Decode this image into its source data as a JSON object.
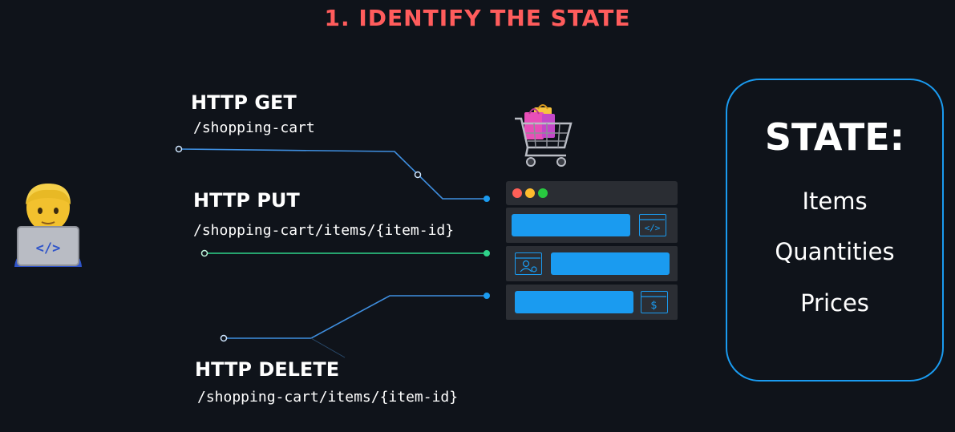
{
  "title": "1. IDENTIFY THE STATE",
  "requests": {
    "get": {
      "method": "HTTP GET",
      "path": "/shopping-cart"
    },
    "put": {
      "method": "HTTP PUT",
      "path": "/shopping-cart/items/{item-id}"
    },
    "delete": {
      "method": "HTTP DELETE",
      "path": "/shopping-cart/items/{item-id}"
    }
  },
  "state": {
    "heading": "STATE:",
    "items": [
      "Items",
      "Quantities",
      "Prices"
    ]
  },
  "icons": {
    "developer": "man-technologist-icon",
    "cart": "shopping-cart-icon",
    "row1": "code-icon",
    "row2": "user-profile-icon",
    "row3": "dollar-icon"
  },
  "colors": {
    "title": "#ff5c5c",
    "accent": "#1a9bf0",
    "put_line": "#2fd38a",
    "window_close": "#ff5f57",
    "window_min": "#febc2e",
    "window_max": "#28c840"
  }
}
